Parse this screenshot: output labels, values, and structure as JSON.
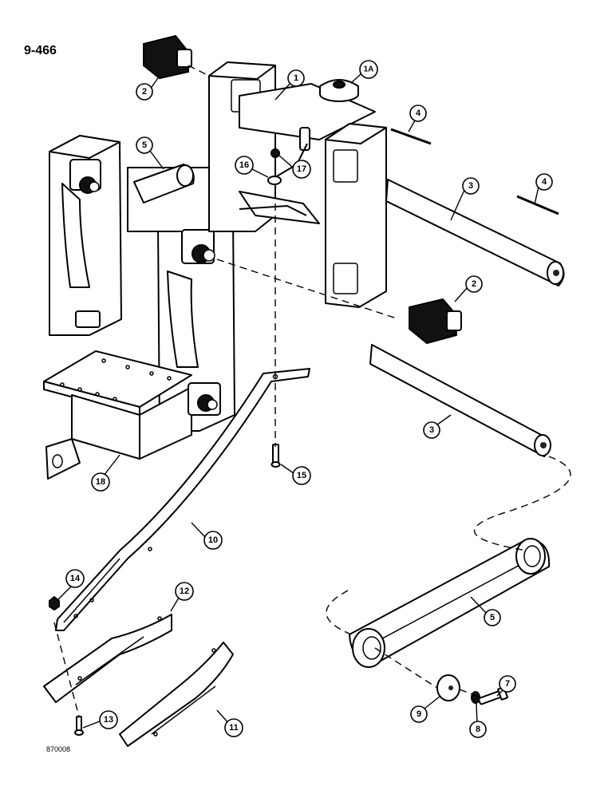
{
  "page_number": "9-466",
  "figure_code": "870008",
  "callouts": [
    {
      "id": "1",
      "label": "1"
    },
    {
      "id": "1A",
      "label": "1A"
    },
    {
      "id": "2a",
      "label": "2"
    },
    {
      "id": "2b",
      "label": "2"
    },
    {
      "id": "3a",
      "label": "3"
    },
    {
      "id": "3b",
      "label": "3"
    },
    {
      "id": "4a",
      "label": "4"
    },
    {
      "id": "4b",
      "label": "4"
    },
    {
      "id": "5a",
      "label": "5"
    },
    {
      "id": "5b",
      "label": "5"
    },
    {
      "id": "7",
      "label": "7"
    },
    {
      "id": "8",
      "label": "8"
    },
    {
      "id": "9",
      "label": "9"
    },
    {
      "id": "10",
      "label": "10"
    },
    {
      "id": "11",
      "label": "11"
    },
    {
      "id": "12",
      "label": "12"
    },
    {
      "id": "13",
      "label": "13"
    },
    {
      "id": "14",
      "label": "14"
    },
    {
      "id": "15",
      "label": "15"
    },
    {
      "id": "16",
      "label": "16"
    },
    {
      "id": "17",
      "label": "17"
    },
    {
      "id": "18",
      "label": "18"
    }
  ]
}
